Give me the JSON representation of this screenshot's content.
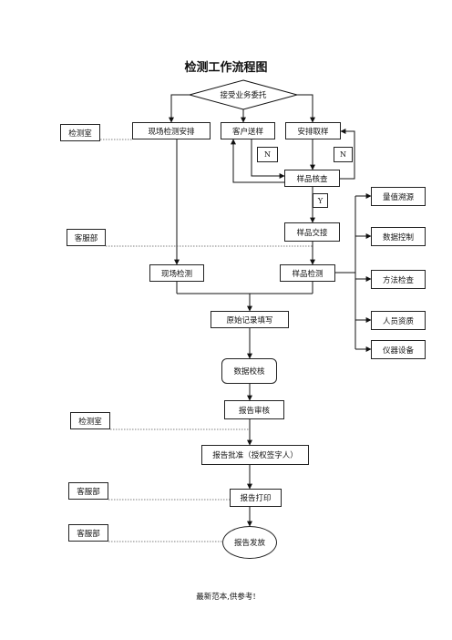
{
  "title": "检测工作流程图",
  "nodes": {
    "accept": "接受业务委托",
    "lab1": "检测室",
    "onsite_arrange": "现场检测安排",
    "client_send": "客户送样",
    "arrange_sample": "安排取样",
    "n_left": "N",
    "n_right": "N",
    "sample_check": "样品核查",
    "y": "Y",
    "traceability": "量值溯源",
    "sample_handover": "样品交接",
    "cs1": "客服部",
    "data_control": "数据控制",
    "onsite_test": "现场检测",
    "sample_test": "样品检测",
    "method_check": "方法检查",
    "raw_record": "原始记录填写",
    "staff_qual": "人员资质",
    "instruments": "仪器设备",
    "data_check": "数据校核",
    "report_review": "报告审核",
    "lab2": "检测室",
    "report_approve": "报告批准（授权签字人）",
    "cs2": "客服部",
    "report_print": "报告打印",
    "cs3": "客服部",
    "report_issue": "报告发放"
  },
  "footer": "最新范本,供参考!"
}
